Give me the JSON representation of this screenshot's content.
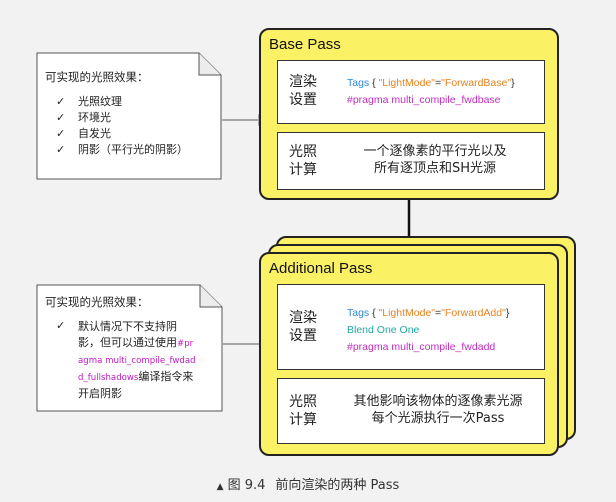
{
  "note1": {
    "title": "可实现的光照效果：",
    "check": "✓",
    "items": [
      "光照纹理",
      "环境光",
      "自发光",
      "阴影（平行光的阴影）"
    ]
  },
  "note2": {
    "title": "可实现的光照效果：",
    "check": "✓",
    "text_before": "默认情况下不支持阴影，但可以通过使用",
    "code": "#pragma multi_compile_fwdadd_fullshadows",
    "text_after": "编译指令来开启阴影"
  },
  "base_pass": {
    "title": "Base Pass",
    "render_label_1": "渲染",
    "render_label_2": "设置",
    "tags_kw": "Tags",
    "tags_open": " { ",
    "tags_key": "\"LightMode\"",
    "tags_eq": "=",
    "tags_val": "\"ForwardBase\"",
    "tags_close": "}",
    "pragma": "#pragma multi_compile_fwdbase",
    "light_label_1": "光照",
    "light_label_2": "计算",
    "light_desc_1": "一个逐像素的平行光以及",
    "light_desc_2": "所有逐顶点和SH光源"
  },
  "additional_pass": {
    "title": "Additional Pass",
    "render_label_1": "渲染",
    "render_label_2": "设置",
    "tags_kw": "Tags",
    "tags_open": " { ",
    "tags_key": "\"LightMode\"",
    "tags_eq": "=",
    "tags_val": "\"ForwardAdd\"",
    "tags_close": "}",
    "blend": "Blend One One",
    "pragma": "#pragma multi_compile_fwdadd",
    "light_label_1": "光照",
    "light_label_2": "计算",
    "light_desc_1": "其他影响该物体的逐像素光源",
    "light_desc_2": "每个光源执行一次Pass"
  },
  "caption": {
    "marker": "▲",
    "figure": "图 9.4",
    "text": "前向渲染的两种 Pass"
  },
  "colors": {
    "pass_fill": "#fbf165",
    "keyword_blue": "#2e86d8",
    "string_orange": "#e6821f",
    "pragma_magenta": "#c02ec0",
    "blend_teal": "#20a8a0",
    "arrow_gray": "#a8a8a8"
  }
}
